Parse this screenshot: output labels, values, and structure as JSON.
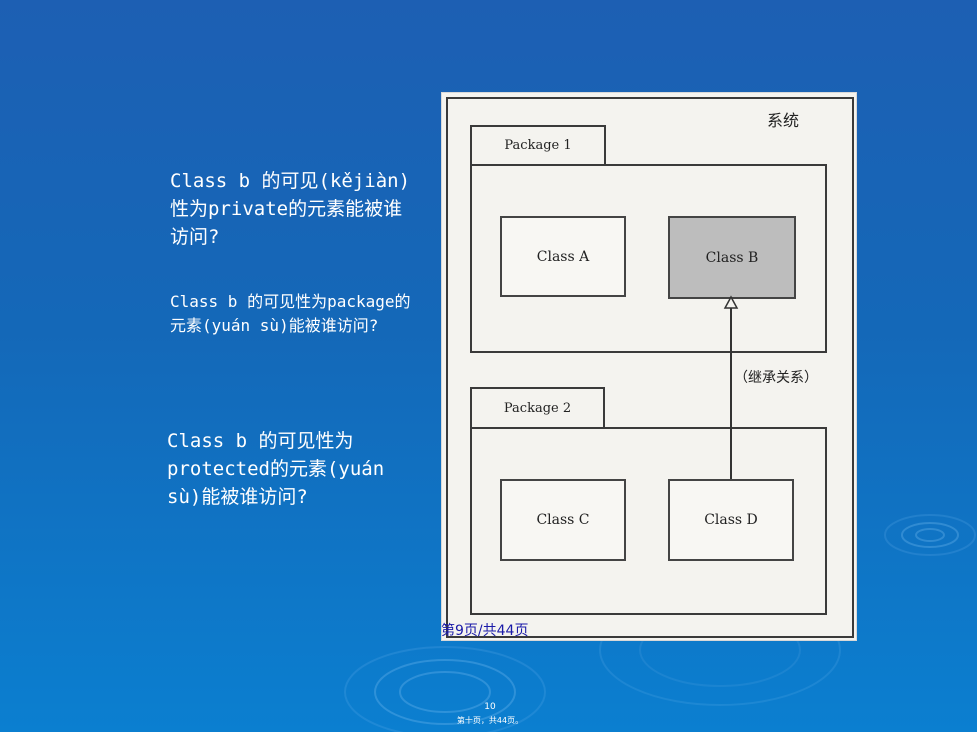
{
  "questions": {
    "q1": "Class b 的可见(kějiàn)性为private的元素能被谁访问?",
    "q2": "Class b 的可见性为package的元素(yuán sù)能被谁访问?",
    "q3": "Class b 的可见性为protected的元素(yuán sù)能被谁访问?"
  },
  "diagram": {
    "system_label": "系统",
    "package1": {
      "label": "Package 1",
      "classes": [
        "Class A",
        "Class B"
      ]
    },
    "package2": {
      "label": "Package 2",
      "classes": [
        "Class C",
        "Class D"
      ]
    },
    "inheritance_label": "（继承关系）"
  },
  "footer": {
    "page_note": "第9页/共44页",
    "page_number": "10",
    "page_footer": "第十页，共44页。"
  },
  "colors": {
    "background_top": "#1d5fb3",
    "background_bottom": "#0b7fd0",
    "text": "#ffffff",
    "class_b_fill": "#bdbdbd",
    "page_note": "#1a1aa8"
  }
}
